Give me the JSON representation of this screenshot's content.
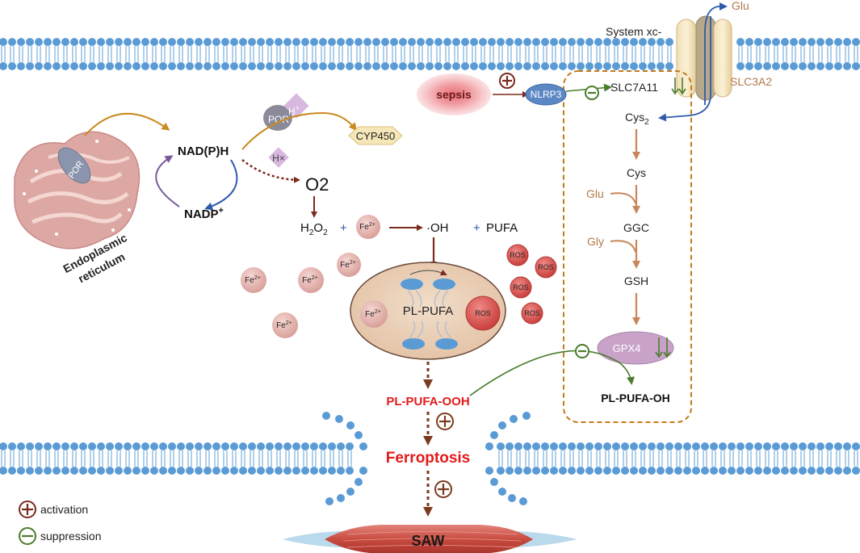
{
  "labels": {
    "glu_top": "Glu",
    "system_xc": "System xc-",
    "slc3a2": "SLC3A2",
    "sepsis": "sepsis",
    "nlrp3": "NLRP3",
    "slc7a11": "SLC7A11",
    "cys2_main": "Cys",
    "cys2_sub": "2",
    "cys": "Cys",
    "glu_side": "Glu",
    "ggc": "GGC",
    "gly": "Gly",
    "gsh": "GSH",
    "gpx4": "GPX4",
    "pl_pufa_oh": "PL-PUFA-OH",
    "por_er": "POR",
    "er_line1": "Endoplasmic",
    "er_line2": "reticulum",
    "nadph": "NAD(P)H",
    "nadp_main": "NADP",
    "nadp_sup": "+",
    "por_protein": "POR",
    "h_plus_main": "H",
    "h_plus_sup": "+",
    "h_x": "H×",
    "cyp450": "CYP450",
    "o2": "O2",
    "h2o2_h": "H",
    "h2o2_2a": "2",
    "h2o2_o": "O",
    "h2o2_2b": "2",
    "plus": "+",
    "fe": "Fe",
    "fe_sup": "2+",
    "oh": "·OH",
    "pufa": "PUFA",
    "ros": "ROS",
    "pl_pufa": "PL-PUFA",
    "pl_pufa_ooh": "PL-PUFA-OOH",
    "ferroptosis": "Ferroptosis",
    "saw": "SAW",
    "legend_activation": "activation",
    "legend_suppression": "suppression"
  },
  "colors": {
    "membrane_head": "#5b9bd5",
    "membrane_tail": "#6fa8d8",
    "activation": "#7b2a1e",
    "suppression": "#4a7c2c",
    "pathway_tan": "#c8875a",
    "dashed_box": "#c27a1e",
    "ferroptosis_red": "#e31a1c",
    "transporter_blue": "#2e5aa8",
    "nlrp3_blue": "#5b87c5",
    "gpx4_purple": "#c9a2c9",
    "ros_red": "#d9534f",
    "fe_pink": "#e8b4b0"
  }
}
